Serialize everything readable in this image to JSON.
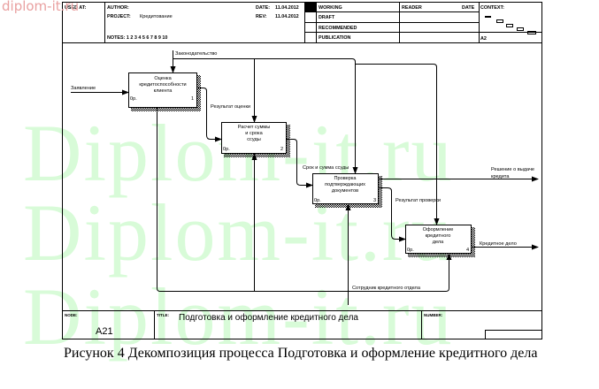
{
  "watermark": {
    "corner": "diplom-it.ru",
    "large": "Diplom-it.ru"
  },
  "header": {
    "used_at": "USED AT:",
    "author": "AUTHOR:",
    "project_label": "PROJECT:",
    "project": "Кредитование",
    "notes": "NOTES:  1  2  3  4  5  6  7  8  9  10",
    "date_label": "DATE:",
    "date": "11.04.2012",
    "rev_label": "REV:",
    "rev": "11.04.2012",
    "status": [
      "WORKING",
      "DRAFT",
      "RECOMMENDED",
      "PUBLICATION"
    ],
    "reader": "READER",
    "reader_date": "DATE",
    "context": "CONTEXT:",
    "context_node": "A2"
  },
  "boxes": [
    {
      "lines": [
        "Оценка",
        "кредитоспособности",
        "клиента"
      ],
      "number": "1",
      "cost": "0р."
    },
    {
      "lines": [
        "Расчет суммы",
        "и срока",
        "ссуды"
      ],
      "number": "2",
      "cost": "0р."
    },
    {
      "lines": [
        "Проверка",
        "подтверждающих",
        "документов"
      ],
      "number": "3",
      "cost": "0р."
    },
    {
      "lines": [
        "Оформление",
        "кредитного",
        "дела"
      ],
      "number": "4",
      "cost": "0р."
    }
  ],
  "arrows": {
    "control": "Законодательство",
    "input": "Заявление",
    "result_eval": "Результат оценки",
    "term_sum": "Срок и сумма ссуды",
    "decision": [
      "Решение о выдаче",
      "кредита"
    ],
    "check_result": "Результат проверки",
    "credit_file": "Кредитное дело",
    "mechanism": "Сотрудник кредитного отдела"
  },
  "footer": {
    "node_label": "NODE:",
    "node": "A21",
    "title_label": "TITLE:",
    "title": "Подготовка и   оформление  кредитного дела",
    "number_label": "NUMBER:"
  },
  "caption": "Рисунок 4 Декомпозиция процесса Подготовка и оформление кредитного дела"
}
